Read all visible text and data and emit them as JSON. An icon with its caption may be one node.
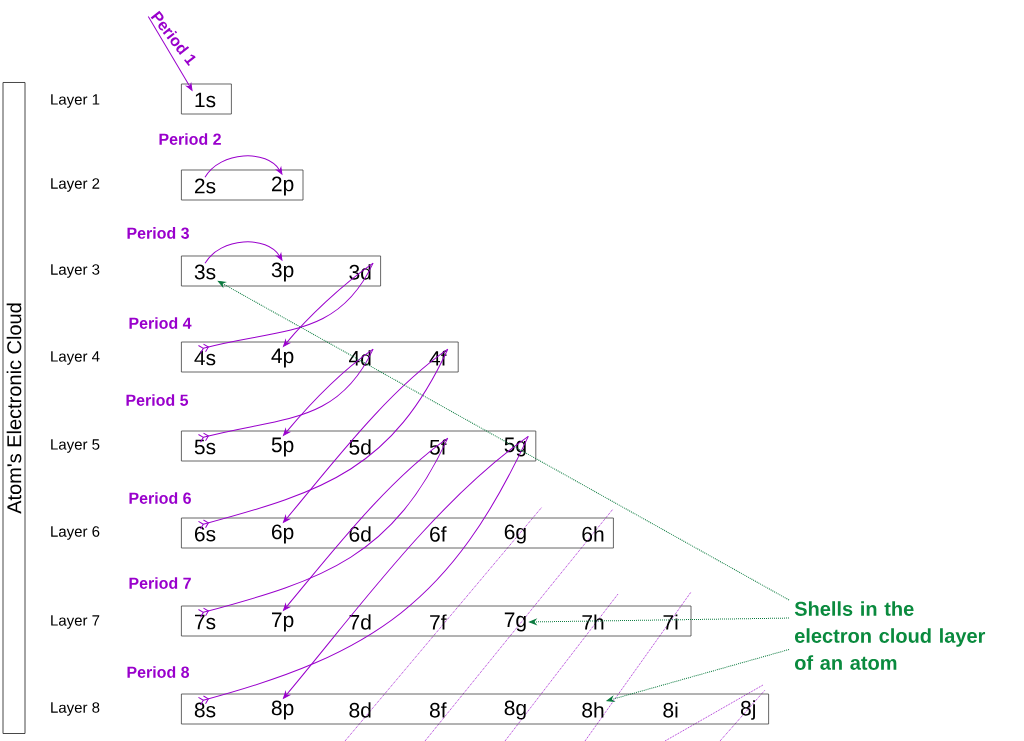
{
  "diagram": {
    "nodes": [
      {
        "text": [
          "Atom's Electronic Cloud"
        ]
      },
      {
        "text": [
          "Period 1"
        ]
      },
      {
        "text": [],
        "shape": "box"
      },
      {
        "text": [
          "1s"
        ],
        "in": 2
      },
      {
        "text": [],
        "shape": "box"
      },
      {
        "text": [
          "2s"
        ],
        "in": 4
      },
      {
        "text": [
          "2p"
        ],
        "in": 4
      },
      {
        "text": [],
        "shape": "box"
      },
      {
        "text": [
          "3s"
        ],
        "in": 7
      },
      {
        "text": [
          "3p"
        ],
        "in": 7
      },
      {
        "text": [
          "3d"
        ],
        "in": 7
      },
      {
        "text": [],
        "shape": "box"
      },
      {
        "text": [
          "4s"
        ],
        "in": 11
      },
      {
        "text": [
          "4p"
        ],
        "in": 11
      },
      {
        "text": [
          "4d"
        ],
        "in": 11
      },
      {
        "text": [
          "4f"
        ],
        "in": 11
      },
      {
        "text": [],
        "shape": "box"
      },
      {
        "text": [
          "5s"
        ],
        "in": 16
      },
      {
        "text": [
          "5p"
        ],
        "in": 16
      },
      {
        "text": [
          "5d"
        ],
        "in": 16
      },
      {
        "text": [
          "5f"
        ],
        "in": 16
      },
      {
        "text": [
          "5g"
        ],
        "in": 16
      },
      {
        "text": [],
        "shape": "box"
      },
      {
        "text": [
          "6s"
        ],
        "in": 22
      },
      {
        "text": [
          "6p"
        ],
        "in": 22
      },
      {
        "text": [
          "6d"
        ],
        "in": 22
      },
      {
        "text": [
          "6f"
        ],
        "in": 22
      },
      {
        "text": [
          "6g"
        ],
        "in": 22
      },
      {
        "text": [
          "6h"
        ],
        "in": 22
      },
      {
        "text": [],
        "shape": "box"
      },
      {
        "text": [
          "7s"
        ],
        "in": 29
      },
      {
        "text": [
          "7p"
        ],
        "in": 29
      },
      {
        "text": [
          "7d"
        ],
        "in": 29
      },
      {
        "text": [
          "7f"
        ],
        "in": 29
      },
      {
        "text": [
          "7g"
        ],
        "in": 29
      },
      {
        "text": [
          "7h"
        ],
        "in": 29
      },
      {
        "text": [
          "7i"
        ],
        "in": 29
      },
      {
        "text": [],
        "shape": "box"
      },
      {
        "text": [
          "8s"
        ],
        "in": 37
      },
      {
        "text": [
          "8p"
        ],
        "in": 37
      },
      {
        "text": [
          "8d"
        ],
        "in": 37
      },
      {
        "text": [
          "8f"
        ],
        "in": 37
      },
      {
        "text": [
          "8g"
        ],
        "in": 37
      },
      {
        "text": [
          "8h"
        ],
        "in": 37
      },
      {
        "text": [
          "8i"
        ],
        "in": 37
      },
      {
        "text": [
          "8j"
        ],
        "in": 37
      },
      {
        "text": [
          "Shells in the electron cloud layer of an atom"
        ]
      }
    ],
    "edges": [
      {
        "from": 1,
        "to": 3,
        "arrow": "to"
      },
      {
        "from": 5,
        "to": 6,
        "arrow": "to"
      },
      {
        "from": 8,
        "to": 9,
        "arrow": "to"
      },
      {
        "from": 12,
        "to": 10,
        "arrow": "other"
      },
      {
        "from": 10,
        "to": 13,
        "arrow": "to"
      },
      {
        "from": 17,
        "to": 14,
        "arrow": "other"
      },
      {
        "from": 14,
        "to": 18,
        "arrow": "to"
      },
      {
        "from": 23,
        "to": 15,
        "arrow": "other"
      },
      {
        "from": 15,
        "to": 24,
        "arrow": "to"
      },
      {
        "from": 30,
        "to": 20,
        "arrow": "other"
      },
      {
        "from": 20,
        "to": 31,
        "arrow": "to"
      },
      {
        "from": 38,
        "to": 21,
        "arrow": "other"
      },
      {
        "from": 21,
        "to": 39,
        "arrow": "to"
      },
      {
        "from": 46,
        "to": 8,
        "arrow": "to",
        "style": "dashed",
        "color": "#0a7a3e"
      },
      {
        "from": 46,
        "to": 34,
        "arrow": "to",
        "style": "dashed",
        "color": "#0a7a3e"
      },
      {
        "from": 46,
        "to": 43,
        "arrow": "to",
        "style": "dashed",
        "color": "#0a7a3e"
      }
    ],
    "labels": [
      "Layer 1",
      "Period 2",
      "Layer 2",
      "Period 3",
      "Layer 3",
      "Period 4",
      "Layer 4",
      "Period 5",
      "Layer 5",
      "Period 6",
      "Layer 6",
      "Period 7",
      "Layer 7",
      "Period 8",
      "Layer 8"
    ]
  }
}
